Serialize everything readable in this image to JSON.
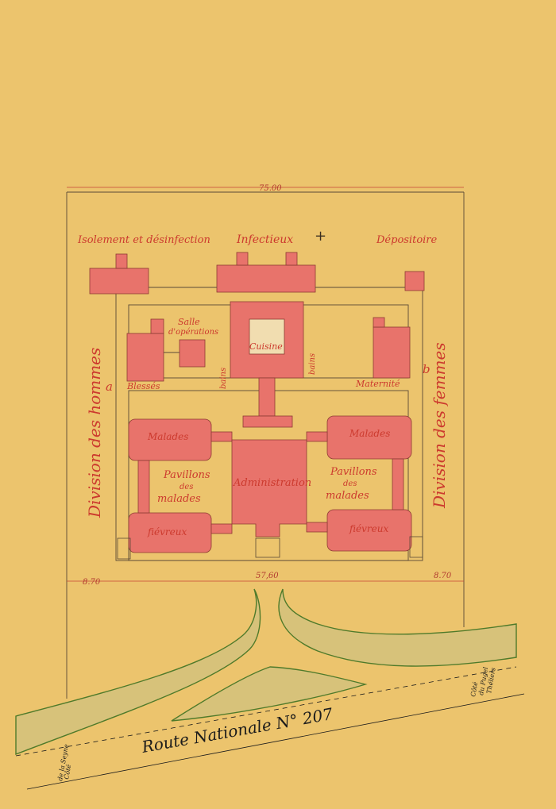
{
  "plan": {
    "top_dimension": "75.00",
    "bottom_dimension_left": "8.70",
    "bottom_dimension_center": "57,60",
    "bottom_dimension_right": "8.70",
    "buildings": {
      "isolation": "Isolement et désinfection",
      "infectious": "Infectieux",
      "mortuary": "Dépositoire",
      "operating_room_line1": "Salle",
      "operating_room_line2": "d'opérations",
      "kitchen": "Cuisine",
      "baths_left": "bains",
      "baths_right": "bains",
      "wounded": "Blessés",
      "maternity": "Maternité",
      "sick_left": "Malades",
      "sick_right": "Malades",
      "pavilions_left_1": "Pavillons",
      "pavilions_left_2": "des",
      "pavilions_left_3": "malades",
      "pavilions_right_1": "Pavillons",
      "pavilions_right_2": "des",
      "pavilions_right_3": "malades",
      "administration": "Administration",
      "fever_left": "fiévreux",
      "fever_right": "fiévreux"
    },
    "divisions": {
      "men": "Division des hommes",
      "women": "Division des femmes",
      "mark_a": "a",
      "mark_b": "b"
    },
    "road": {
      "name": "Route Nationale N° 207",
      "side_left_1": "Côté",
      "side_left_2": "de la Seyne",
      "side_right_1": "Côté",
      "side_right_2": "du Pugel",
      "side_right_3": "Théliers"
    }
  },
  "colors": {
    "paper": "#ecc46d",
    "building": "#e8736b",
    "ink_red": "#cc3a2e",
    "grass_line": "#4f7a2a"
  }
}
